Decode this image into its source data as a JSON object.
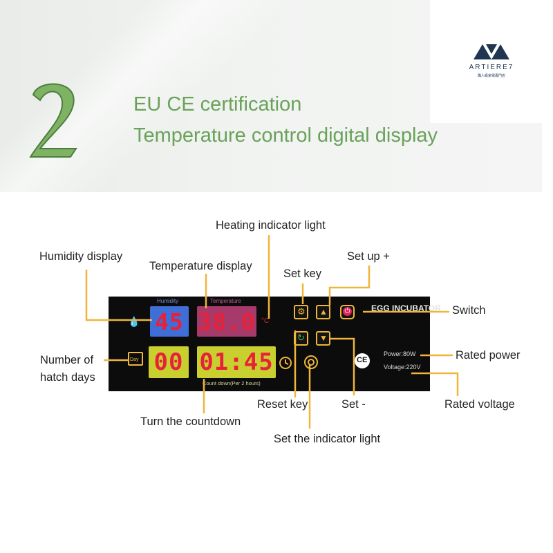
{
  "banner": {
    "number": "2",
    "line1": "EU CE certification",
    "line2": "Temperature control digital display"
  },
  "logo": {
    "name": "ARTIERE7",
    "tagline": "職人級家電專門店"
  },
  "panel": {
    "humidity_label": "Humidity",
    "humidity_value": "45",
    "temperature_label": "Temperature",
    "temperature_value": "38.0",
    "days_icon_label": "Day",
    "days_value": "00",
    "countdown_value": "01:45",
    "countdown_caption": "Count down(Per 2 hours)",
    "brand": "EGG INCUBATOR",
    "power_text": "Power:80W",
    "voltage_text": "Voltage:220V",
    "ce_mark": "CE",
    "heat_unit": "°C"
  },
  "callouts": {
    "heating_indicator": "Heating indicator light",
    "humidity_display": "Humidity display",
    "temperature_display": "Temperature display",
    "set_key": "Set key",
    "set_up": "Set up +",
    "switch": "Switch",
    "rated_power": "Rated power",
    "number_of_hatch_days_1": "Number of",
    "number_of_hatch_days_2": "hatch days",
    "reset_key": "Reset key",
    "set_minus": "Set -",
    "rated_voltage": "Rated voltage",
    "turn_the_countdown": "Turn the countdown",
    "set_indicator_light": "Set the indicator light"
  },
  "colors": {
    "accent": "#6aa25a",
    "leader": "#f0b53b",
    "segment_red": "#e8213a",
    "humidity_box": "#3f6fd6",
    "temperature_box": "#a63a6a",
    "lower_box": "#c9cf2e",
    "logo": "#1f3552"
  },
  "icons": [
    "settings-icon",
    "up-arrow-icon",
    "power-icon",
    "reset-icon",
    "down-arrow-icon",
    "clock-icon",
    "calendar-icon",
    "water-drop-icon",
    "ce-mark-icon"
  ]
}
